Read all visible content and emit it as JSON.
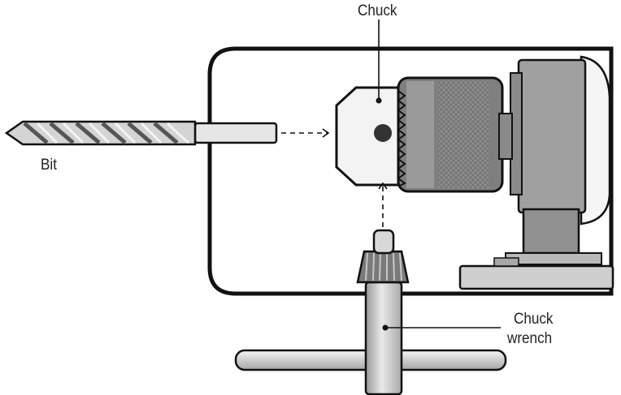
{
  "labels": {
    "chuck": "Chuck",
    "bit": "Bit",
    "chuck_wrench_line1": "Chuck",
    "chuck_wrench_line2": "wrench"
  },
  "colors": {
    "outline": "#111111",
    "light_metal": "#f2f2f2",
    "mid_metal": "#bdbdbd",
    "dark_metal": "#8a8a8a",
    "background": "#ffffff"
  }
}
